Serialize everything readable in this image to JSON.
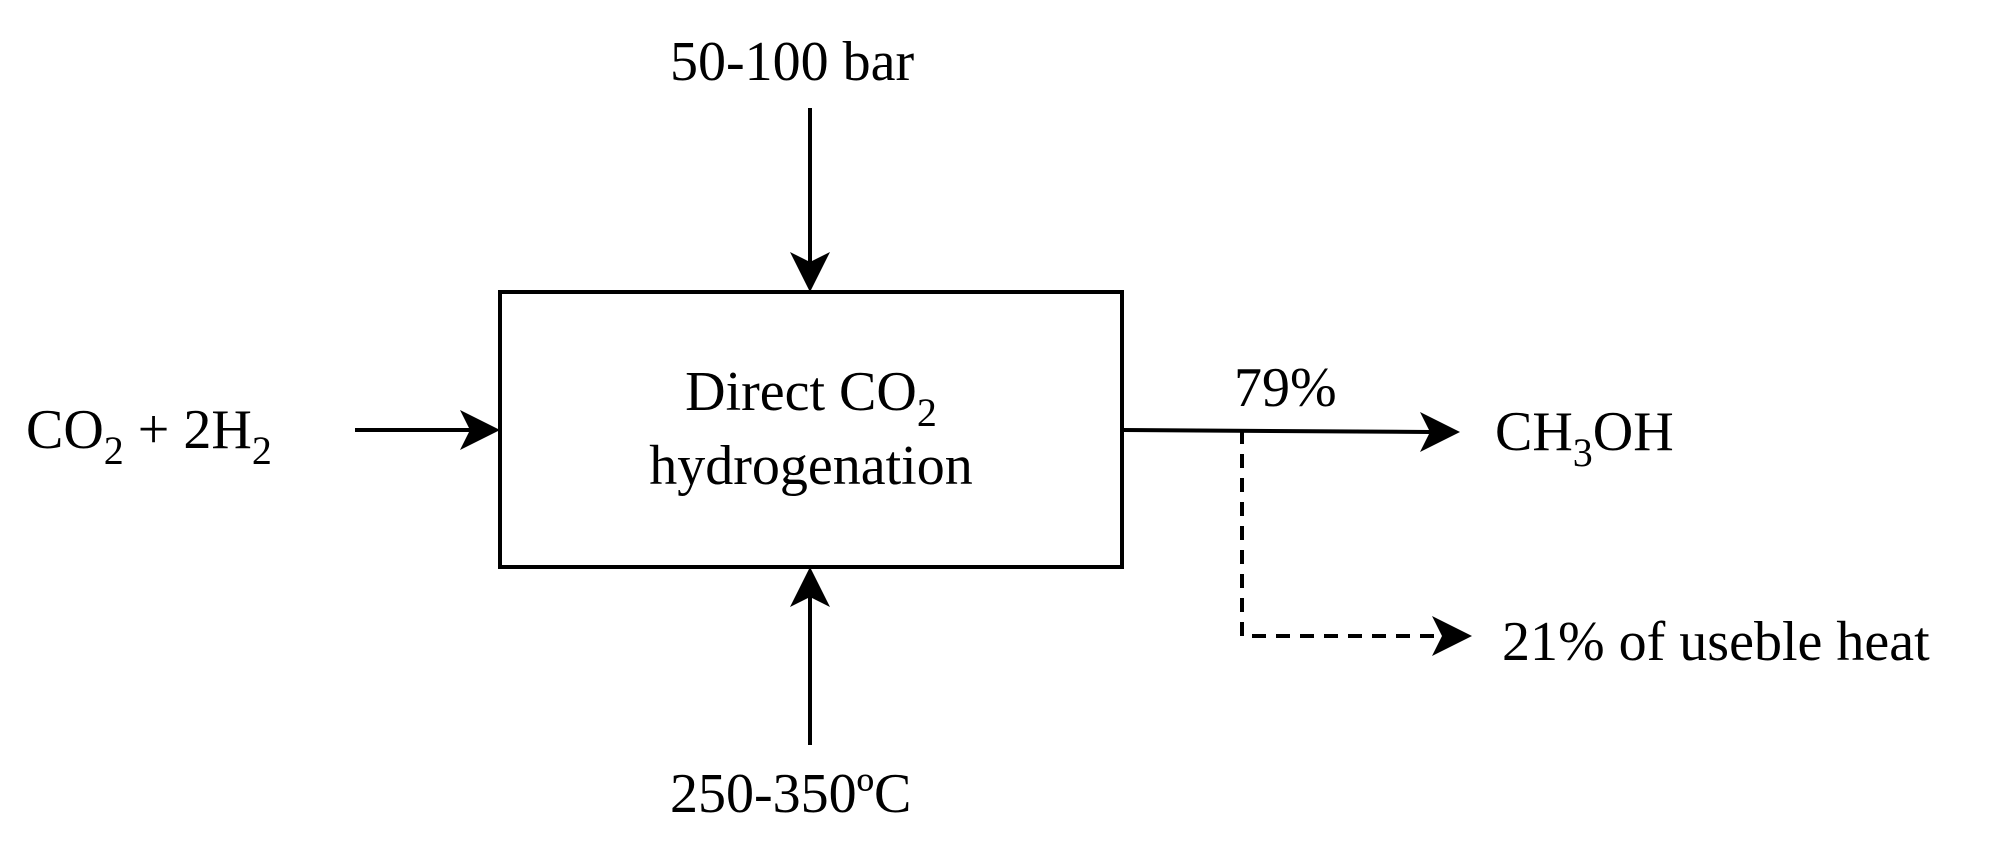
{
  "diagram": {
    "pressure": "50-100 bar",
    "temperature": "250-350ºC",
    "reactor": {
      "line1_text": "Direct CO",
      "line1_sub": "2",
      "line2": "hydrogenation"
    },
    "input": {
      "co2": "CO",
      "co2_sub": "2",
      "plus": " + 2H",
      "h2_sub": "2"
    },
    "efficiency": "79%",
    "product": {
      "prefix": "CH",
      "sub": "3",
      "suffix": "OH"
    },
    "heat_output": "21% of useble heat"
  }
}
